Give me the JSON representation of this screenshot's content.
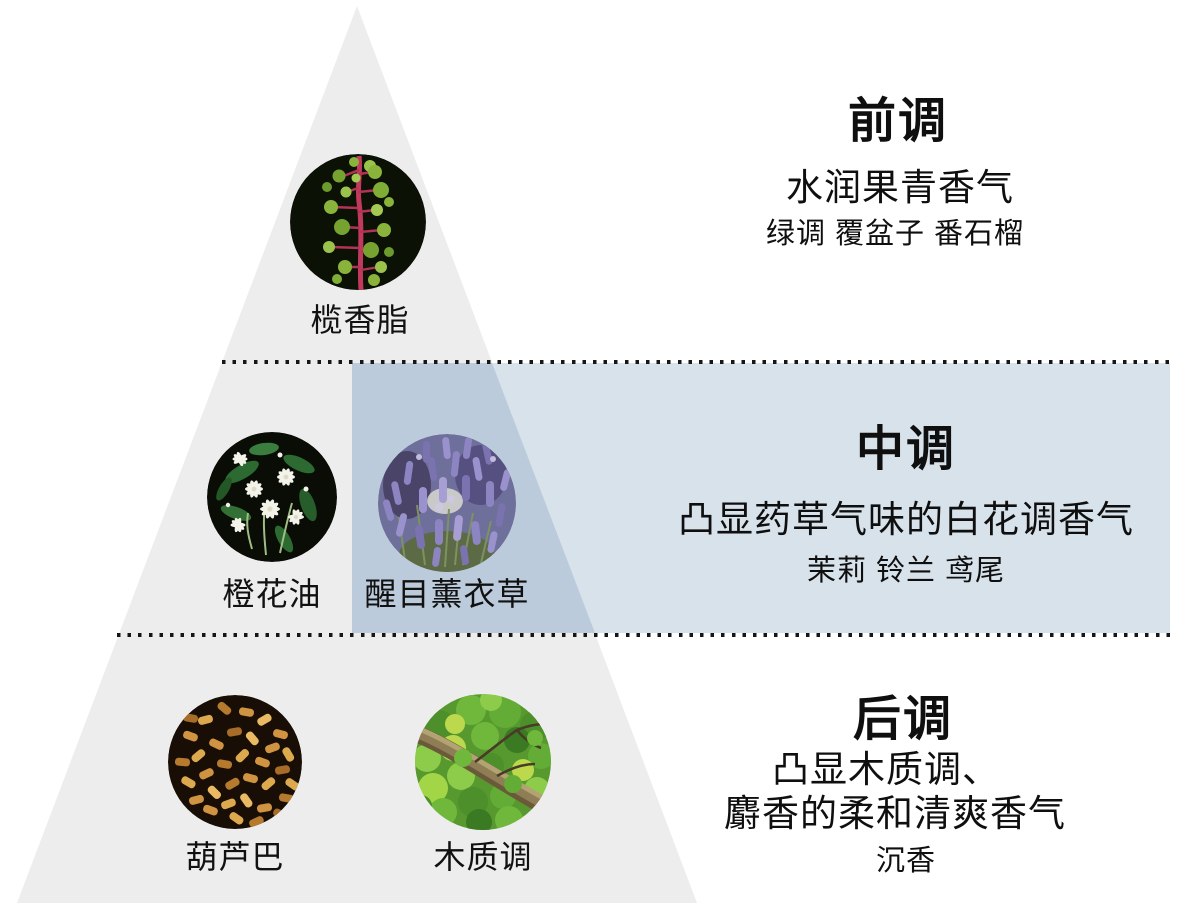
{
  "sections": {
    "top": {
      "title": "前调",
      "description": "水润果青香气",
      "notes": "绿调 覆盆子 番石榴"
    },
    "middle": {
      "title": "中调",
      "description": "凸显药草气味的白花调香气",
      "notes": "茉莉 铃兰 鸢尾"
    },
    "base": {
      "title": "后调",
      "description_line1": "凸显木质调、",
      "description_line2": "麝香的柔和清爽香气",
      "notes": "沉香"
    }
  },
  "ingredients": {
    "top": [
      {
        "label": "榄香脂",
        "icon": "elemi-photo"
      }
    ],
    "middle": [
      {
        "label": "橙花油",
        "icon": "neroli-photo"
      },
      {
        "label": "醒目薰衣草",
        "icon": "lavandin-photo"
      }
    ],
    "base": [
      {
        "label": "葫芦巴",
        "icon": "fenugreek-photo"
      },
      {
        "label": "木质调",
        "icon": "woody-photo"
      }
    ]
  },
  "colors": {
    "pyramid_fill": "#ededee",
    "middle_band_fill": "#d7e2eb",
    "middle_band_over_pyramid_fill": "#bccbdb",
    "divider_dots": "#161616",
    "text": "#0f0f0f"
  }
}
